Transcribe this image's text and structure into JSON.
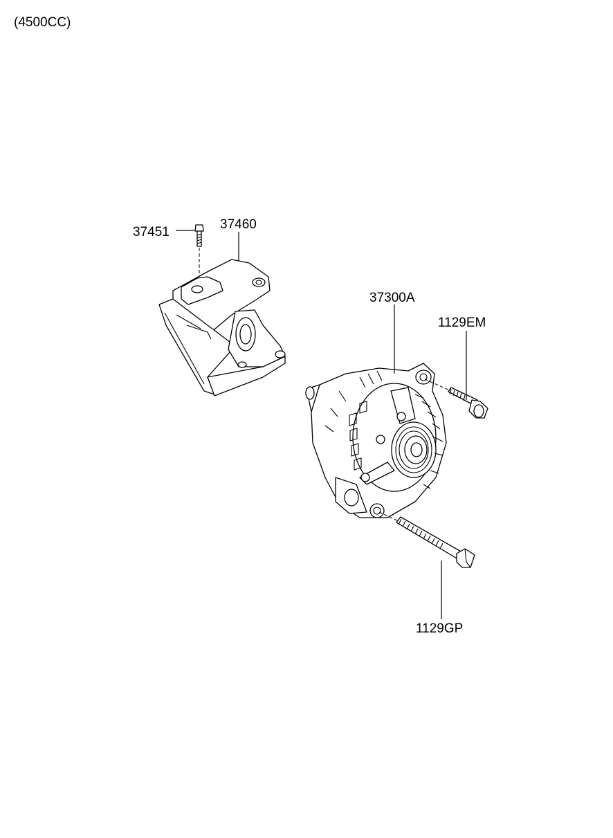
{
  "header": {
    "engine_label": "(4500CC)"
  },
  "callouts": {
    "bolt_37451": "37451",
    "bracket_37460": "37460",
    "alternator_37300a": "37300A",
    "bolt_1129em": "1129EM",
    "bolt_1129gp": "1129GP"
  },
  "colors": {
    "line": "#000000",
    "background": "#ffffff"
  }
}
